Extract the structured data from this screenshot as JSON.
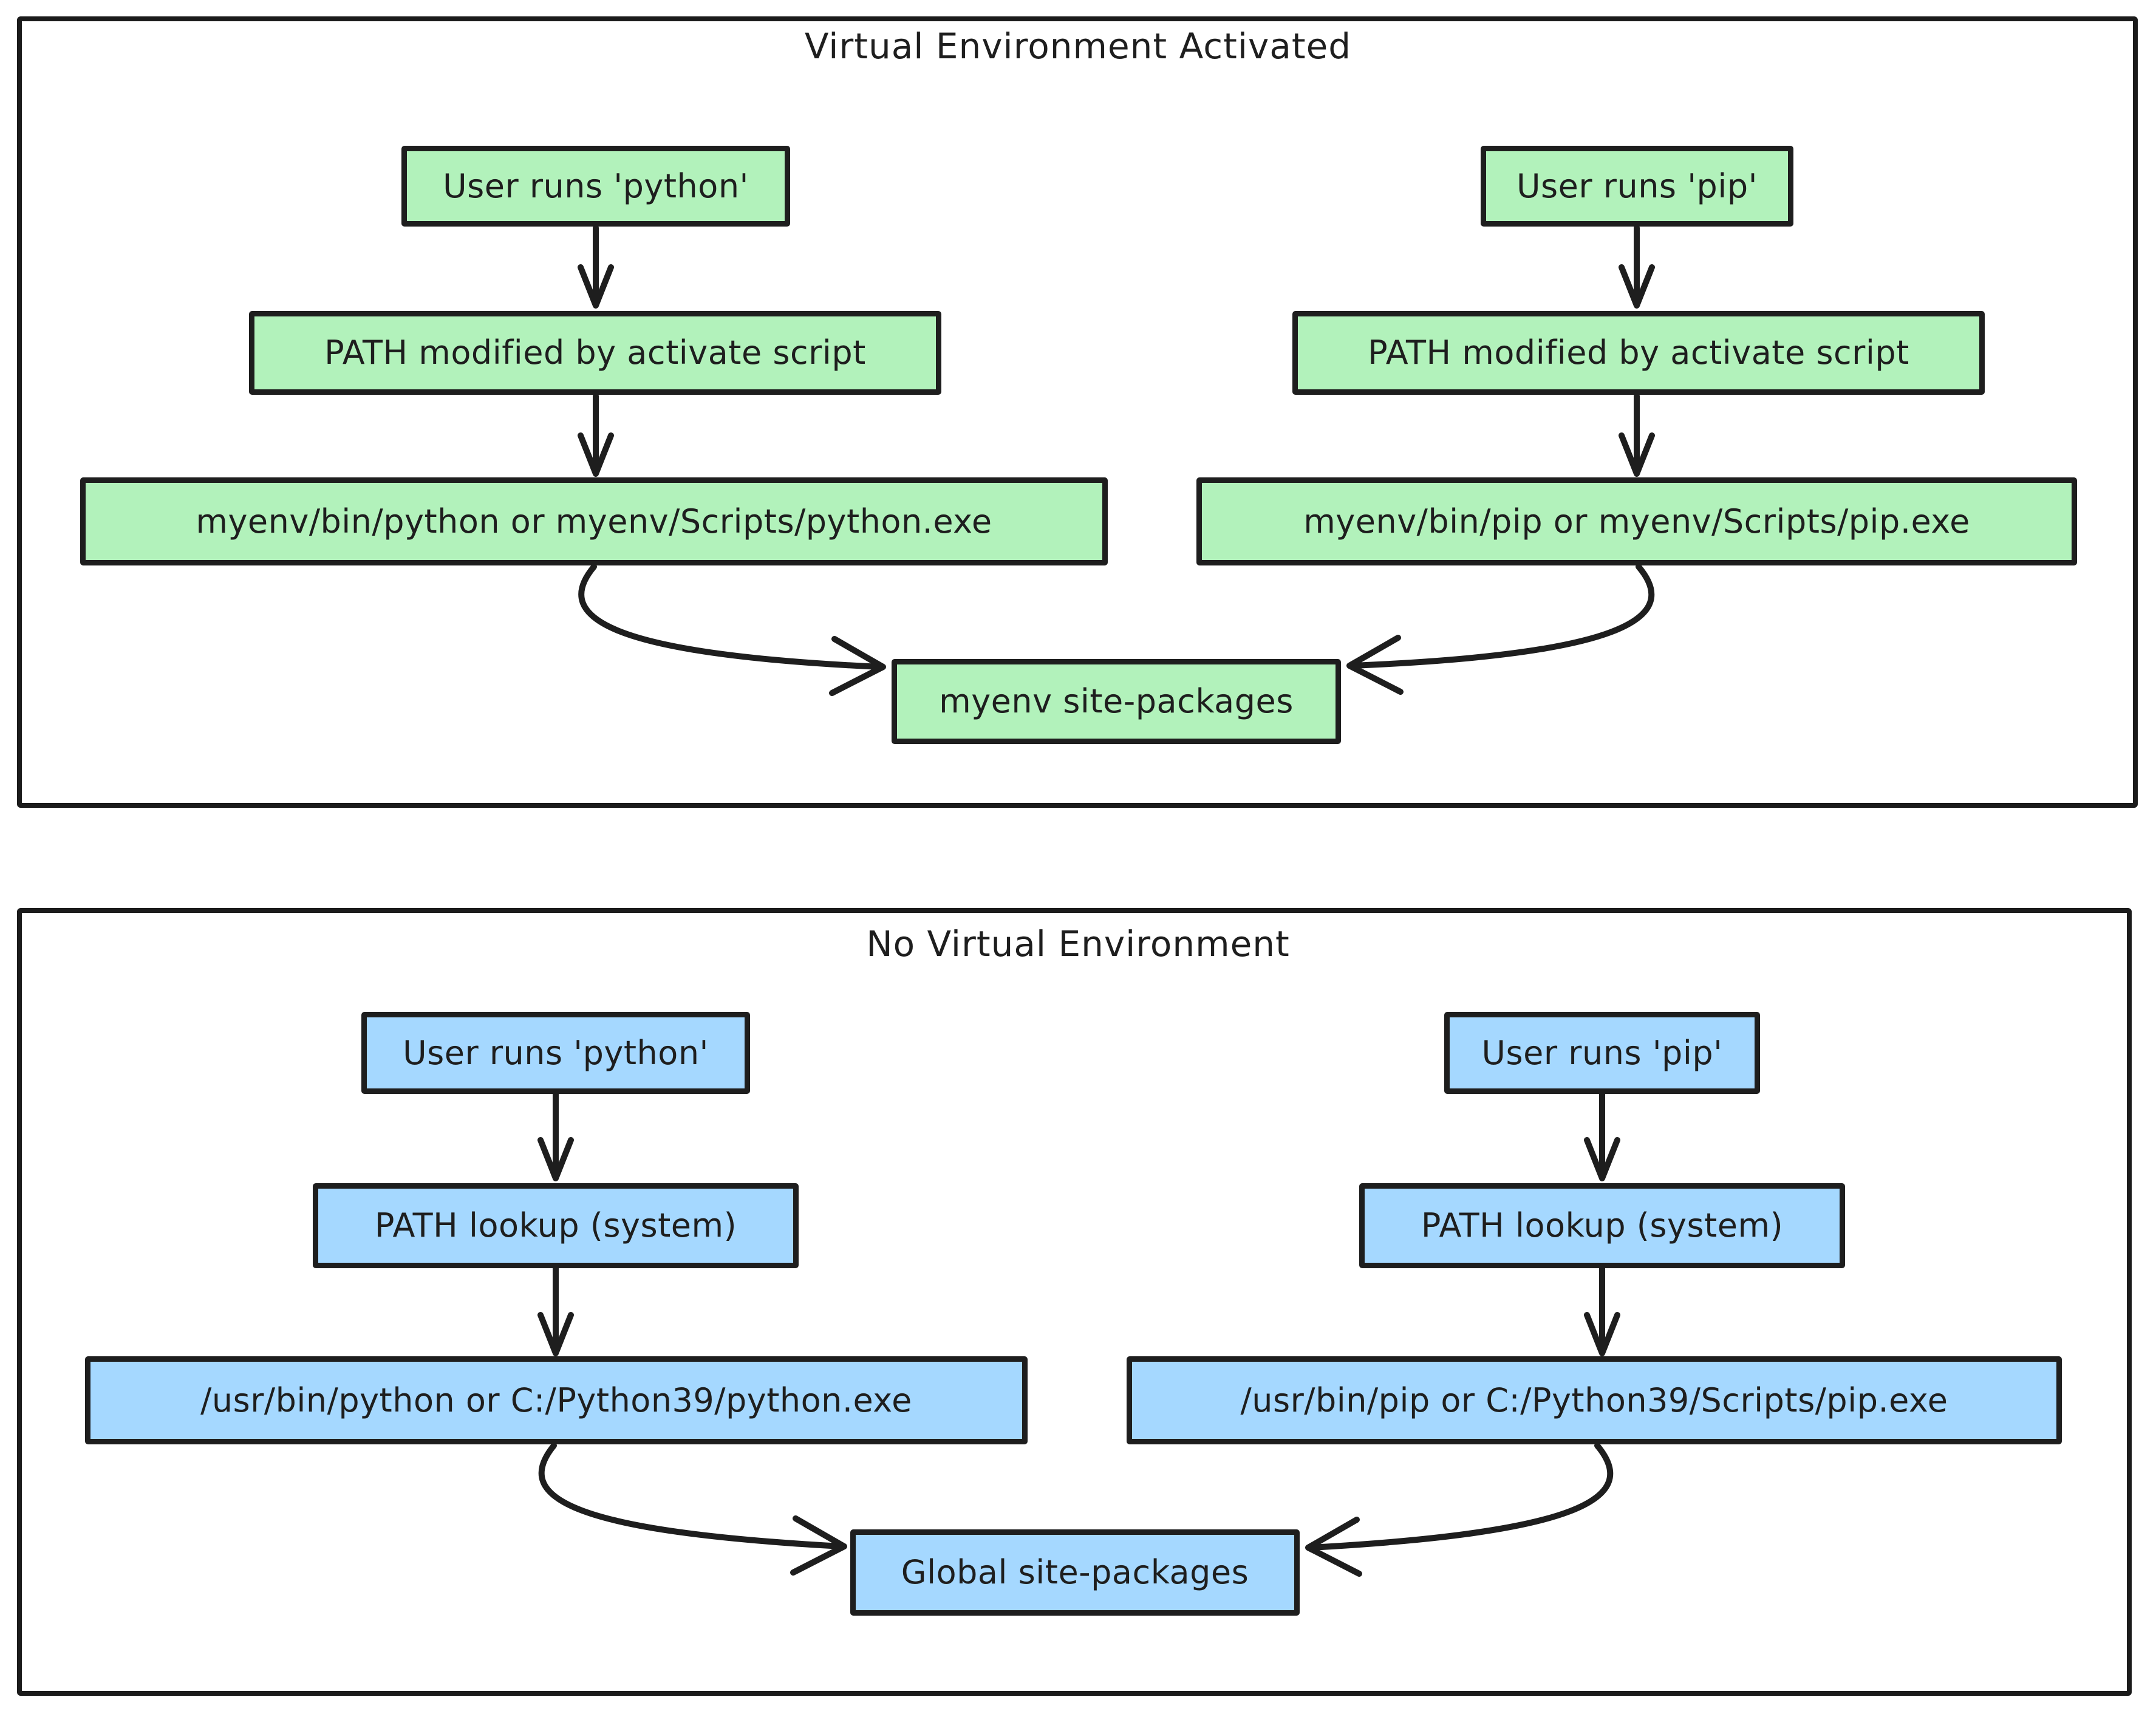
{
  "diagram": {
    "type": "flowchart",
    "colors": {
      "stroke": "#1e1e1e",
      "green_fill": "#b2f2bb",
      "blue_fill": "#a5d8ff",
      "background": "#ffffff"
    },
    "panels": [
      {
        "id": "venv_activated",
        "title": "Virtual Environment Activated",
        "box_fill": "#b2f2bb",
        "nodes": [
          {
            "id": "user_runs_python",
            "label": "User runs 'python'"
          },
          {
            "id": "path_modified_python",
            "label": "PATH modified by activate script"
          },
          {
            "id": "python_executable",
            "label": "myenv/bin/python or myenv/Scripts/python.exe"
          },
          {
            "id": "user_runs_pip",
            "label": "User runs 'pip'"
          },
          {
            "id": "path_modified_pip",
            "label": "PATH modified by activate script"
          },
          {
            "id": "pip_executable",
            "label": "myenv/bin/pip or myenv/Scripts/pip.exe"
          },
          {
            "id": "site_packages",
            "label": "myenv site-packages"
          }
        ],
        "edges": [
          {
            "from": "user_runs_python",
            "to": "path_modified_python"
          },
          {
            "from": "path_modified_python",
            "to": "python_executable"
          },
          {
            "from": "python_executable",
            "to": "site_packages"
          },
          {
            "from": "user_runs_pip",
            "to": "path_modified_pip"
          },
          {
            "from": "path_modified_pip",
            "to": "pip_executable"
          },
          {
            "from": "pip_executable",
            "to": "site_packages"
          }
        ]
      },
      {
        "id": "no_venv",
        "title": "No Virtual Environment",
        "box_fill": "#a5d8ff",
        "nodes": [
          {
            "id": "user_runs_python",
            "label": "User runs 'python'"
          },
          {
            "id": "path_lookup_python",
            "label": "PATH lookup (system)"
          },
          {
            "id": "python_executable",
            "label": "/usr/bin/python or C:/Python39/python.exe"
          },
          {
            "id": "user_runs_pip",
            "label": "User runs 'pip'"
          },
          {
            "id": "path_lookup_pip",
            "label": "PATH lookup (system)"
          },
          {
            "id": "pip_executable",
            "label": "/usr/bin/pip or C:/Python39/Scripts/pip.exe"
          },
          {
            "id": "site_packages",
            "label": "Global site-packages"
          }
        ],
        "edges": [
          {
            "from": "user_runs_python",
            "to": "path_lookup_python"
          },
          {
            "from": "path_lookup_python",
            "to": "python_executable"
          },
          {
            "from": "python_executable",
            "to": "site_packages"
          },
          {
            "from": "user_runs_pip",
            "to": "path_lookup_pip"
          },
          {
            "from": "path_lookup_pip",
            "to": "pip_executable"
          },
          {
            "from": "pip_executable",
            "to": "site_packages"
          }
        ]
      }
    ]
  }
}
